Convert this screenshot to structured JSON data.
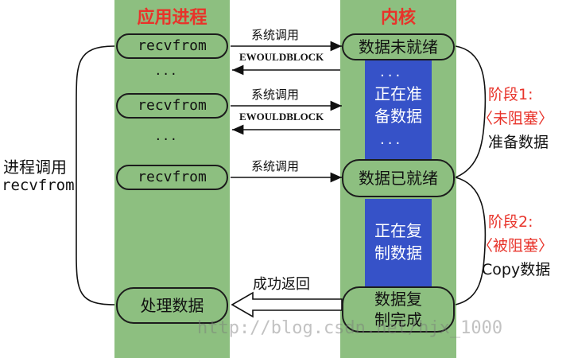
{
  "columns": {
    "app_title": "应用进程",
    "kernel_title": "内核"
  },
  "app_calls": [
    "recvfrom",
    "recvfrom",
    "recvfrom"
  ],
  "app_process": "处理数据",
  "app_dots": "...",
  "kernel_states": {
    "not_ready": "数据未就绪",
    "ready": "数据已就绪",
    "copy_done_line1": "数据复",
    "copy_done_line2": "制完成"
  },
  "kernel_dots": "...",
  "kernel_preparing_line1": "正在准",
  "kernel_preparing_line2": "备数据",
  "kernel_copying_line1": "正在复",
  "kernel_copying_line2": "制数据",
  "arrows": {
    "syscall": "系统调用",
    "ewouldblock": "EWOULDBLOCK",
    "success_return": "成功返回"
  },
  "left_label": {
    "line1": "进程调用",
    "line2": "recvfrom"
  },
  "stage1": {
    "title": "阶段1:",
    "mode": "〈未阻塞〉",
    "desc": "准备数据"
  },
  "stage2": {
    "title": "阶段2:",
    "mode": "〈被阻塞〉",
    "desc": "Copy数据"
  },
  "watermark": "http://blog.csdn.net/hjx_1000",
  "colors": {
    "column_green": "#8dbf80",
    "kernel_blue": "#3652c8",
    "highlight_red": "#e8332a"
  }
}
